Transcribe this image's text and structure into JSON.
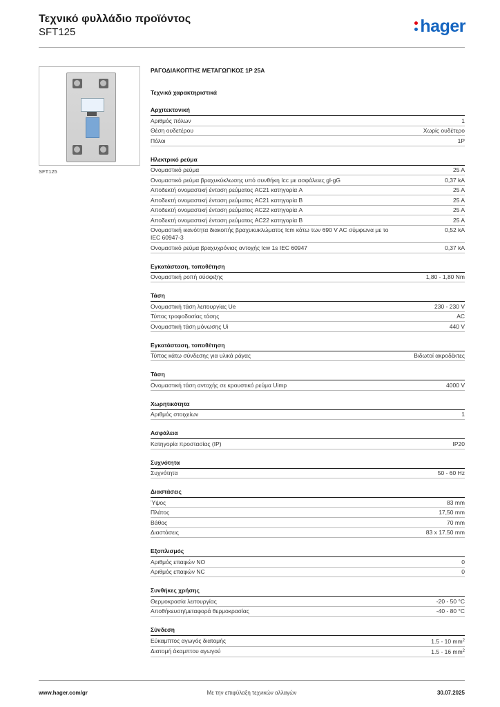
{
  "header": {
    "title": "Τεχνικό φυλλάδιο προϊόντος",
    "code": "SFT125",
    "logo": "hager"
  },
  "product": {
    "caption": "SFT125",
    "name": "ΡΑΓΟΔΙΑΚΟΠΤΗΣ ΜΕΤΑΓΩΓΙΚΟΣ 1P 25A",
    "tech_heading": "Τεχνικά χαρακτηριστικά"
  },
  "sections": [
    {
      "title": "Αρχιτεκτονική",
      "rows": [
        {
          "label": "Αριθμός πόλων",
          "value": "1"
        },
        {
          "label": "Θέση ουδετέρου",
          "value": "Χωρίς ουδέτερο"
        },
        {
          "label": "Πόλοι",
          "value": "1P"
        }
      ]
    },
    {
      "title": "Ηλεκτρικό ρεύμα",
      "rows": [
        {
          "label": "Ονομαστικό ρεύμα",
          "value": "25 A"
        },
        {
          "label": "Ονομαστικό ρεύμα βραχυκύκλωσης υπό συνθήκη Icc με ασφάλειες gl-gG",
          "value": "0,37 kA"
        },
        {
          "label": "Αποδεκτή ονομαστική ένταση ρεύματος AC21 κατηγορία A",
          "value": "25 A"
        },
        {
          "label": "Αποδεκτή ονομαστική ένταση ρεύματος AC21 κατηγορία B",
          "value": "25 A"
        },
        {
          "label": "Αποδεκτή ονομαστική ένταση ρεύματος AC22 κατηγορία A",
          "value": "25 A"
        },
        {
          "label": "Αποδεκτή ονομαστική ένταση ρεύματος AC22 κατηγορία B",
          "value": "25 A"
        },
        {
          "label": "Ονομαστική ικανότητα διακοπής βραχυκυκλώματος Icm κάτω των 690 V AC σύμφωνα με το IEC 60947-3",
          "value": "0,52 kA"
        },
        {
          "label": "Ονομαστικό ρεύμα βραχυχρόνιας αντοχής Icw 1s IEC 60947",
          "value": "0,37 kA"
        }
      ]
    },
    {
      "title": "Εγκατάσταση, τοποθέτηση",
      "rows": [
        {
          "label": "Ονομαστική ροπή σύσφιξης",
          "value": "1,80 - 1,80 Nm"
        }
      ]
    },
    {
      "title": "Τάση",
      "rows": [
        {
          "label": "Ονομαστική τάση λειτουργίας Ue",
          "value": "230 - 230 V"
        },
        {
          "label": "Τύπος τροφοδοσίας τάσης",
          "value": "AC"
        },
        {
          "label": "Ονομαστική τάση μόνωσης Ui",
          "value": "440 V"
        }
      ]
    },
    {
      "title": "Εγκατάσταση, τοποθέτηση",
      "rows": [
        {
          "label": "Τύπος κάτω σύνδεσης για υλικά ράγας",
          "value": "Βιδωτοί ακροδέκτες"
        }
      ]
    },
    {
      "title": "Τάση",
      "rows": [
        {
          "label": "Ονομαστική τάση αντοχής σε κρουστικό ρεύμα Uimp",
          "value": "4000 V"
        }
      ]
    },
    {
      "title": "Χωρητικότητα",
      "rows": [
        {
          "label": "Αριθμός στοιχείων",
          "value": "1"
        }
      ]
    },
    {
      "title": "Ασφάλεια",
      "rows": [
        {
          "label": "Κατηγορία προστασίας (IP)",
          "value": "IP20"
        }
      ]
    },
    {
      "title": "Συχνότητα",
      "rows": [
        {
          "label": "Συχνότητα",
          "value": "50 - 60 Hz"
        }
      ]
    },
    {
      "title": "Διαστάσεις",
      "rows": [
        {
          "label": "Ύψος",
          "value": "83 mm"
        },
        {
          "label": "Πλάτος",
          "value": "17,50 mm"
        },
        {
          "label": "Βάθος",
          "value": "70 mm"
        },
        {
          "label": "Διαστάσεις",
          "value": "83 x 17.50 mm"
        }
      ]
    },
    {
      "title": "Εξοπλισμός",
      "rows": [
        {
          "label": "Αριθμός επαφών NO",
          "value": "0"
        },
        {
          "label": "Αριθμός επαφών NC",
          "value": "0"
        }
      ]
    },
    {
      "title": "Συνθήκες χρήσης",
      "rows": [
        {
          "label": "Θερμοκρασία λειτουργίας",
          "value": "-20 - 50 °C"
        },
        {
          "label": "Αποθήκευση/μεταφορά θερμοκρασίας",
          "value": "-40 - 80 °C"
        }
      ]
    },
    {
      "title": "Σύνδεση",
      "rows": [
        {
          "label": "Εύκαμπτος αγωγός διατομής",
          "value": "1.5 - 10 mm",
          "sup": "2"
        },
        {
          "label": "Διατομή άκαμπτου αγωγού",
          "value": "1.5 - 16 mm",
          "sup": "2"
        }
      ]
    }
  ],
  "footer": {
    "website": "www.hager.com/gr",
    "note": "Με την επιφύλαξη τεχνικών αλλαγών",
    "date": "30.07.2025"
  }
}
